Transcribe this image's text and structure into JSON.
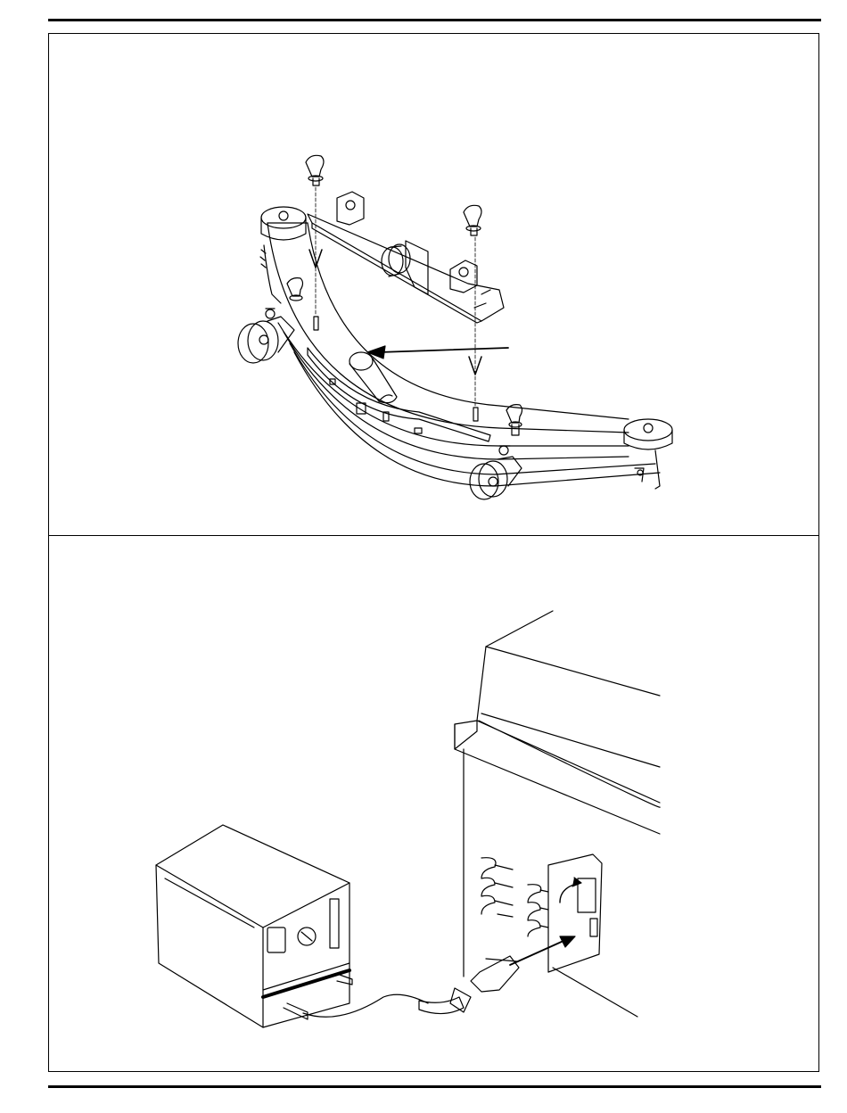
{
  "figures": [
    {
      "id": "squeegee-assembly",
      "icon": "squeegee-assembly-exploded-view"
    },
    {
      "id": "battery-charger-connection",
      "icon": "charger-plug-connection"
    }
  ],
  "colors": {
    "line": "#000000",
    "background": "#ffffff"
  }
}
